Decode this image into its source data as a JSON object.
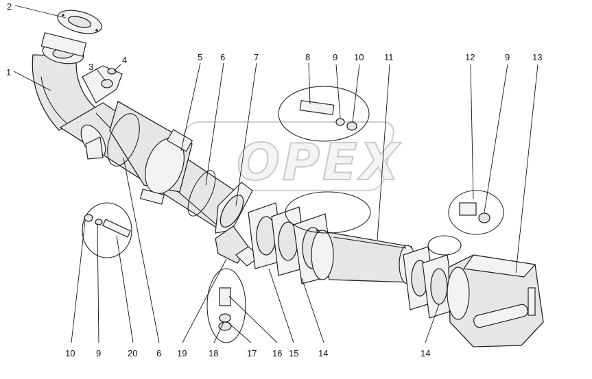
{
  "diagram": {
    "watermark": "OPEX",
    "callouts": [
      {
        "id": "c2",
        "label": "2"
      },
      {
        "id": "c1",
        "label": "1"
      },
      {
        "id": "c3",
        "label": "3"
      },
      {
        "id": "c4",
        "label": "4"
      },
      {
        "id": "c5",
        "label": "5"
      },
      {
        "id": "c6top",
        "label": "6"
      },
      {
        "id": "c7",
        "label": "7"
      },
      {
        "id": "c8",
        "label": "8"
      },
      {
        "id": "c9top",
        "label": "9"
      },
      {
        "id": "c10top",
        "label": "10"
      },
      {
        "id": "c11",
        "label": "11"
      },
      {
        "id": "c12",
        "label": "12"
      },
      {
        "id": "c9right",
        "label": "9"
      },
      {
        "id": "c13",
        "label": "13"
      },
      {
        "id": "c10bot",
        "label": "10"
      },
      {
        "id": "c9bot",
        "label": "9"
      },
      {
        "id": "c20",
        "label": "20"
      },
      {
        "id": "c6bot",
        "label": "6"
      },
      {
        "id": "c19",
        "label": "19"
      },
      {
        "id": "c18",
        "label": "18"
      },
      {
        "id": "c17",
        "label": "17"
      },
      {
        "id": "c16",
        "label": "16"
      },
      {
        "id": "c15",
        "label": "15"
      },
      {
        "id": "c14a",
        "label": "14"
      },
      {
        "id": "c14b",
        "label": "14"
      }
    ]
  }
}
